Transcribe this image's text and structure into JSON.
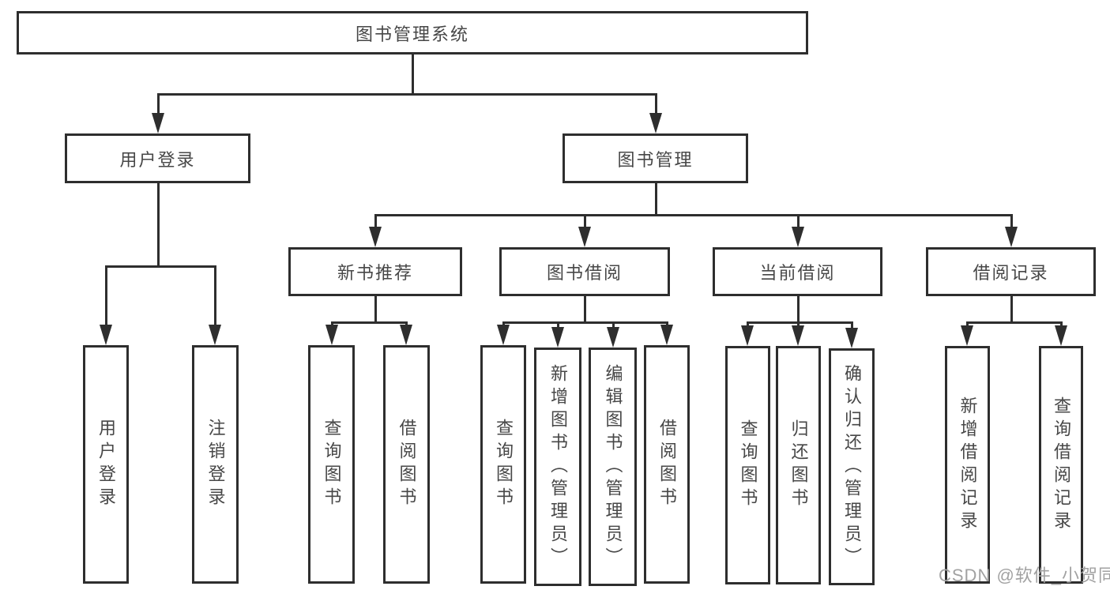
{
  "diagram": {
    "root": "图书管理系统",
    "user_login": {
      "label": "用户登录",
      "children": [
        "用户登录",
        "注销登录"
      ]
    },
    "book_mgmt": {
      "label": "图书管理"
    },
    "sections": [
      {
        "label": "新书推荐",
        "children": [
          "查询图书",
          "借阅图书"
        ]
      },
      {
        "label": "图书借阅",
        "children": [
          "查询图书",
          "新增图书（管理员）",
          "编辑图书（管理员）",
          "借阅图书"
        ]
      },
      {
        "label": "当前借阅",
        "children": [
          "查询图书",
          "归还图书",
          "确认归还（管理员）"
        ]
      },
      {
        "label": "借阅记录",
        "children": [
          "新增借阅记录",
          "查询借阅记录"
        ]
      }
    ]
  },
  "watermark": "CSDN @软件_小贺同学"
}
